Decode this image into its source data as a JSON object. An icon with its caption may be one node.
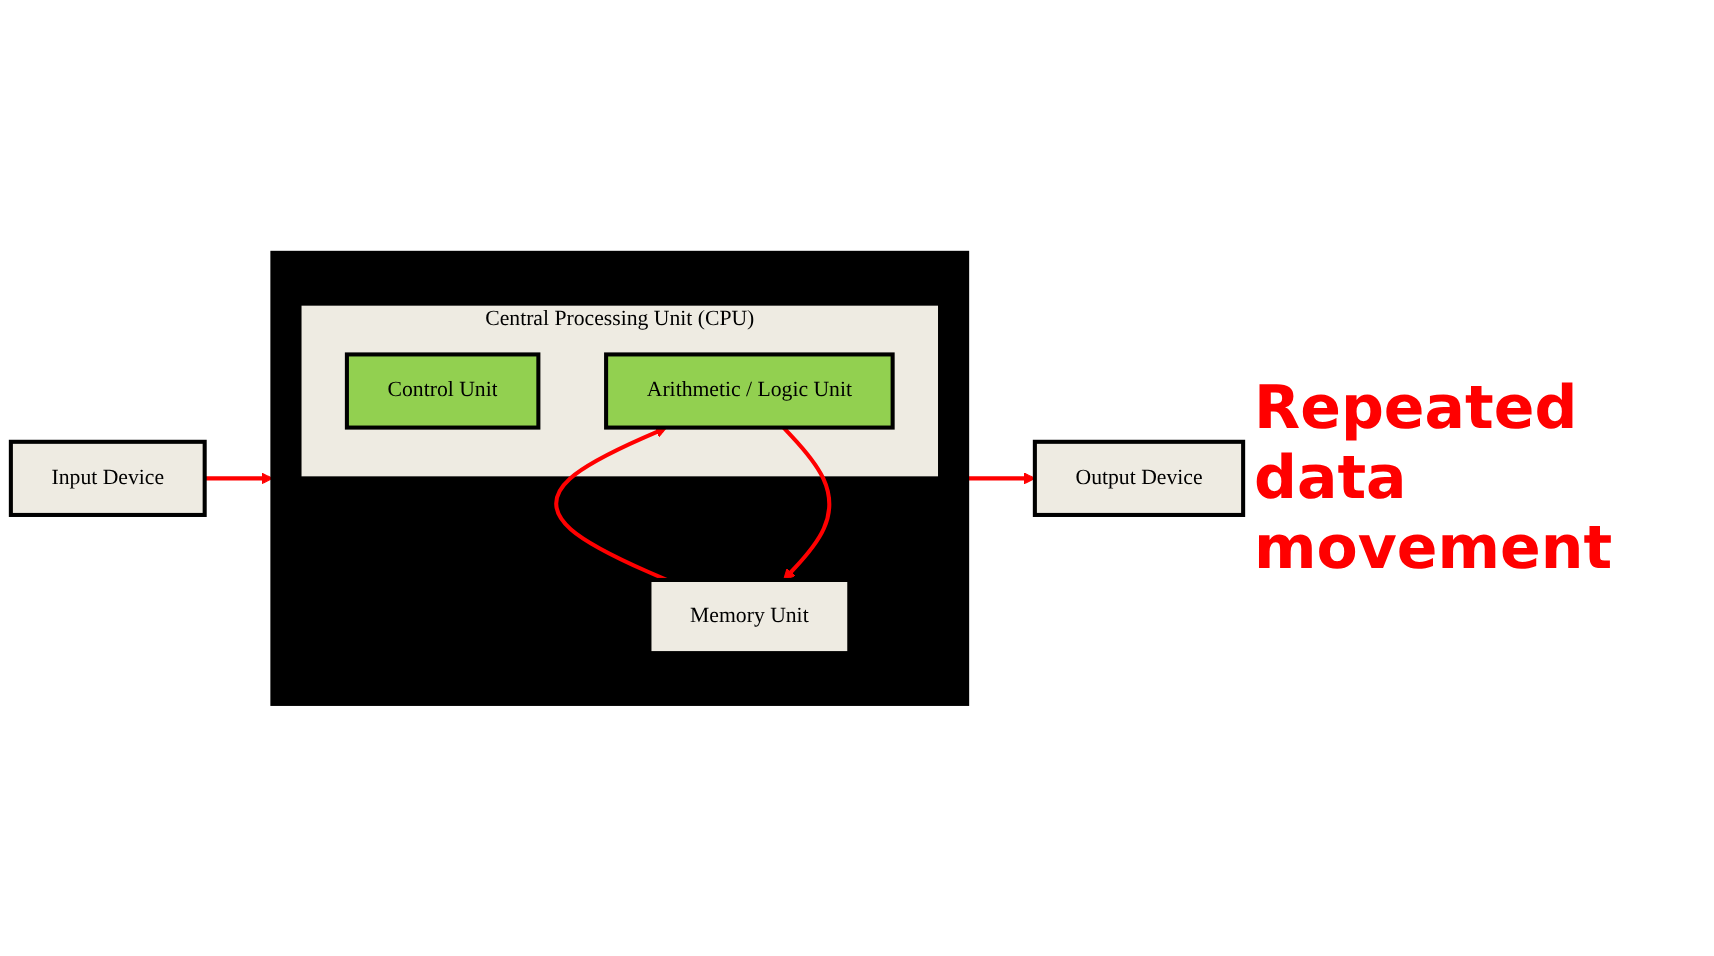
{
  "diagram": {
    "nodes": [
      {
        "text": [
          "Input Device"
        ]
      },
      {
        "text": [],
        "shape": "box"
      },
      {
        "text": [
          "Central Processing Unit (CPU)"
        ],
        "in": 1
      },
      {
        "text": [
          "Control Unit"
        ],
        "in": 2
      },
      {
        "text": [
          "Arithmetic / Logic Unit"
        ],
        "in": 2
      },
      {
        "text": [
          "Memory Unit"
        ],
        "in": 1
      },
      {
        "text": [
          "Output Device"
        ]
      }
    ],
    "edges": [
      {
        "from": 0,
        "to": 1,
        "arrow": "to"
      },
      {
        "from": 1,
        "to": 6,
        "arrow": "to"
      },
      {
        "from": 5,
        "to": 4,
        "arrow": "to"
      },
      {
        "from": 4,
        "to": 5,
        "arrow": "to"
      }
    ],
    "labels": [
      "Repeated data movement"
    ]
  }
}
